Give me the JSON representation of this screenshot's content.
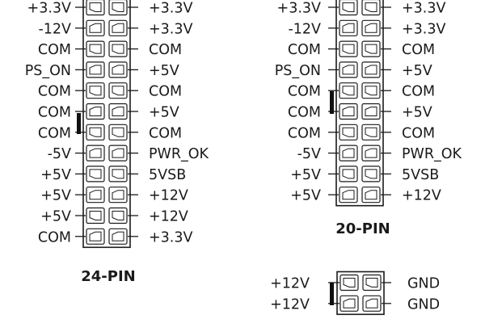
{
  "connectors": [
    {
      "title": "24-PIN",
      "left_labels": [
        "+3.3V",
        "-12V",
        "COM",
        "PS_ON",
        "COM",
        "COM",
        "COM",
        "-5V",
        "+5V",
        "+5V",
        "+5V",
        "COM"
      ],
      "right_labels": [
        "+3.3V",
        "+3.3V",
        "COM",
        "+5V",
        "COM",
        "+5V",
        "COM",
        "PWR_OK",
        "5VSB",
        "+12V",
        "+12V",
        "+3.3V"
      ]
    },
    {
      "title": "20-PIN",
      "left_labels": [
        "+3.3V",
        "-12V",
        "COM",
        "PS_ON",
        "COM",
        "COM",
        "COM",
        "-5V",
        "+5V",
        "+5V"
      ],
      "right_labels": [
        "+3.3V",
        "+3.3V",
        "COM",
        "+5V",
        "COM",
        "+5V",
        "COM",
        "PWR_OK",
        "5VSB",
        "+12V"
      ]
    },
    {
      "title": "",
      "left_labels": [
        "+12V",
        "+12V"
      ],
      "right_labels": [
        "GND",
        "GND"
      ]
    }
  ]
}
